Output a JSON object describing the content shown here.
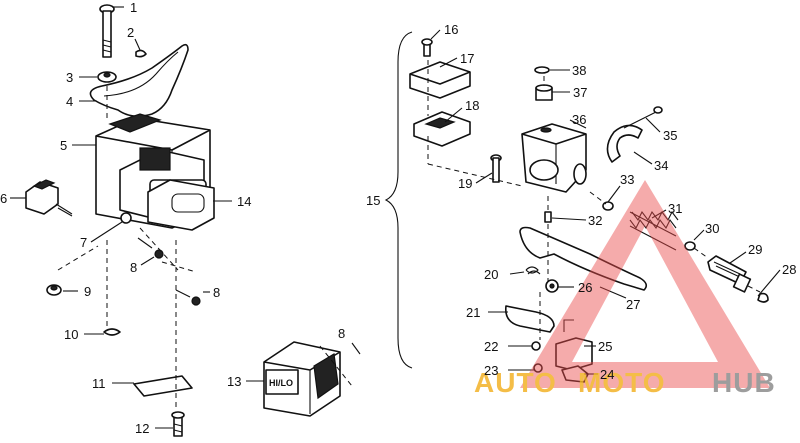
{
  "diagram": {
    "plate_text": "HI/LO",
    "callouts": [
      "1",
      "2",
      "3",
      "4",
      "5",
      "6",
      "7",
      "8",
      "8",
      "8",
      "9",
      "10",
      "11",
      "12",
      "13",
      "14",
      "15",
      "16",
      "17",
      "18",
      "19",
      "20",
      "21",
      "22",
      "23",
      "24",
      "25",
      "26",
      "27",
      "28",
      "29",
      "30",
      "31",
      "32",
      "33",
      "34",
      "35",
      "36",
      "37",
      "38"
    ]
  },
  "watermark": {
    "auto": "AUTO",
    "moto": "MOTO",
    "hub": "HUB",
    "colors": {
      "auto": "#f3b228",
      "hub": "#8c8c8c",
      "triangle": "#e94a4a"
    }
  }
}
